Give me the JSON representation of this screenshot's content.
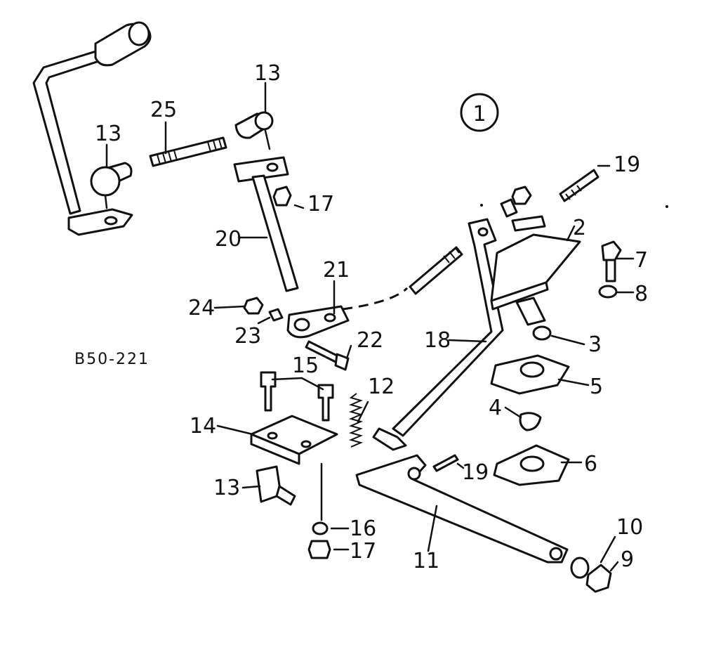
{
  "diagram": {
    "reference_code": "B50-221",
    "section_marker": "1",
    "callouts": [
      "13",
      "25",
      "13",
      "13",
      "17",
      "20",
      "21",
      "24",
      "23",
      "22",
      "19",
      "2",
      "7",
      "8",
      "3",
      "18",
      "5",
      "4",
      "6",
      "15",
      "12",
      "14",
      "13",
      "19",
      "16",
      "17",
      "11",
      "10",
      "9"
    ]
  }
}
